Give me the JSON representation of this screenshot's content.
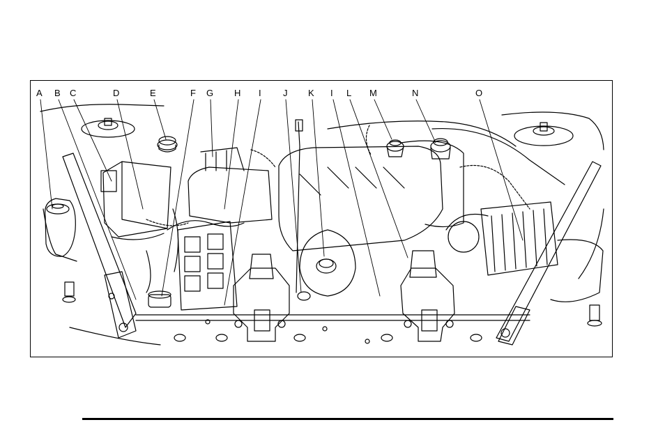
{
  "figure": {
    "callouts": [
      {
        "letter": "A"
      },
      {
        "letter": "B"
      },
      {
        "letter": "C"
      },
      {
        "letter": "D"
      },
      {
        "letter": "E"
      },
      {
        "letter": "F"
      },
      {
        "letter": "G"
      },
      {
        "letter": "H"
      },
      {
        "letter": "I"
      },
      {
        "letter": "J"
      },
      {
        "letter": "K"
      },
      {
        "letter": "I"
      },
      {
        "letter": "L"
      },
      {
        "letter": "M"
      },
      {
        "letter": "N"
      },
      {
        "letter": "O"
      }
    ]
  },
  "colors": {
    "line": "#000000",
    "background": "#ffffff"
  }
}
